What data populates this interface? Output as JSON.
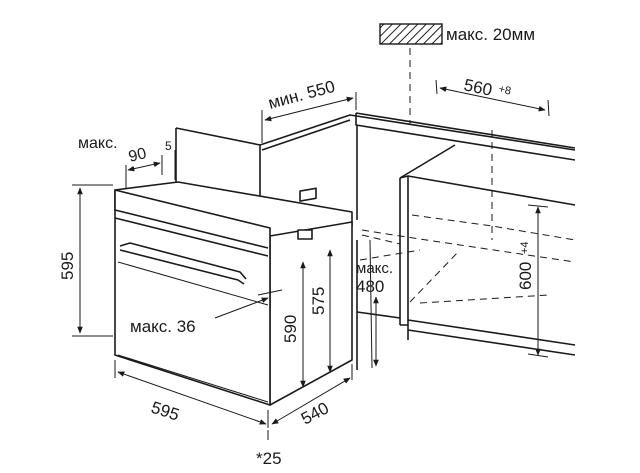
{
  "labels": {
    "gap_top_max": "макс. 20мм",
    "cabinet_depth_min": "мин. 550",
    "niche_width": "560",
    "niche_width_tol": "+8",
    "max_word": "макс.",
    "top_offset": "90",
    "top_step": "5",
    "oven_height": "595",
    "oven_width": "595",
    "oven_depth": "540",
    "body_height": "590",
    "body_height_inner": "575",
    "handle_max": "макс. 36",
    "side_max": "макс.",
    "side_max_value": "480",
    "niche_height": "600",
    "niche_height_tol": "+4",
    "footnote": "*25"
  },
  "colors": {
    "line": "#1a1a1a",
    "background": "#ffffff"
  }
}
